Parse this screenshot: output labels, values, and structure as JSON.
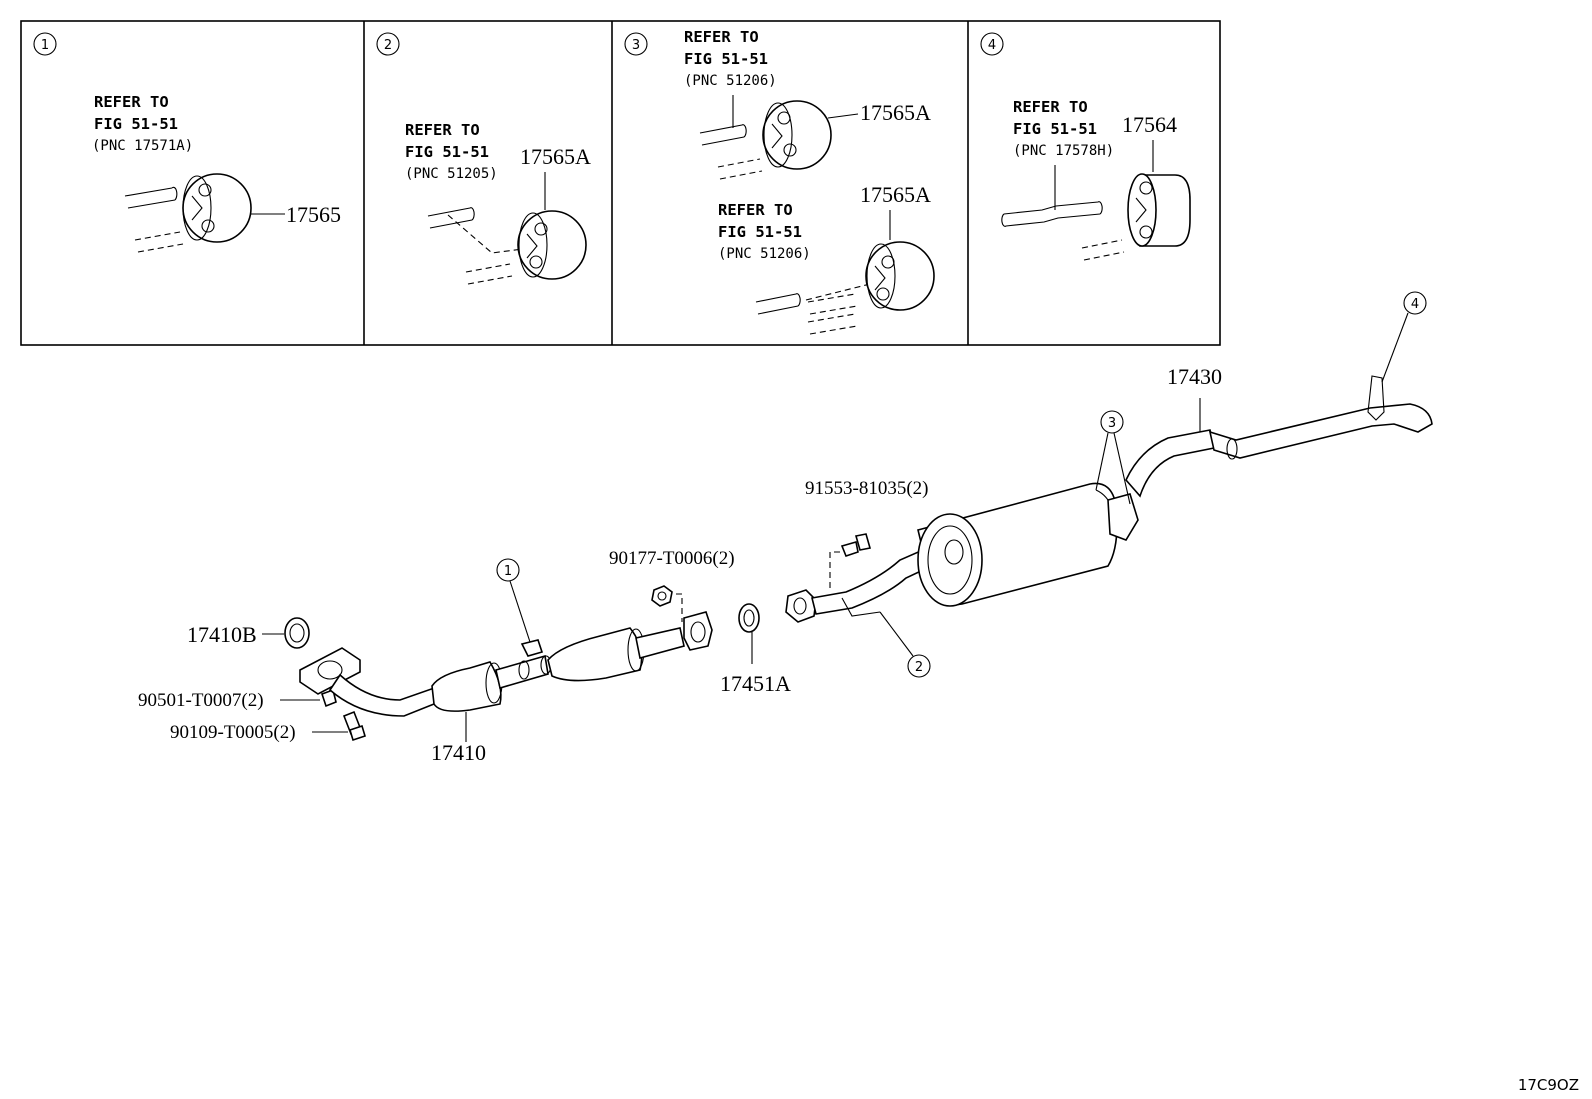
{
  "panels": [
    {
      "num": "1",
      "refer": "REFER TO",
      "fig": "FIG 51-51",
      "pnc": "(PNC 17571A)",
      "part": "17565"
    },
    {
      "num": "2",
      "refer": "REFER TO",
      "fig": "FIG 51-51",
      "pnc": "(PNC 51205)",
      "part": "17565A"
    },
    {
      "num": "3",
      "refer": "REFER TO",
      "fig": "FIG 51-51",
      "pnc": "(PNC 51206)",
      "part": "17565A",
      "refer2": "REFER TO",
      "fig2": "FIG 51-51",
      "pnc2": "(PNC 51206)",
      "part2": "17565A"
    },
    {
      "num": "4",
      "refer": "REFER TO",
      "fig": "FIG 51-51",
      "pnc": "(PNC 17578H)",
      "part": "17564"
    }
  ],
  "callouts": {
    "c1": "1",
    "c2": "2",
    "c3": "3",
    "c4": "4"
  },
  "parts": {
    "gasket_front": "17410B",
    "stud": "90501-T0007(2)",
    "bolt": "90109-T0005(2)",
    "front_pipe": "17410",
    "nut": "90177-T0006(2)",
    "gasket_mid": "17451A",
    "bolt_rear": "91553-81035(2)",
    "tail_pipe": "17430"
  },
  "diagram_code": "17C9OZ"
}
